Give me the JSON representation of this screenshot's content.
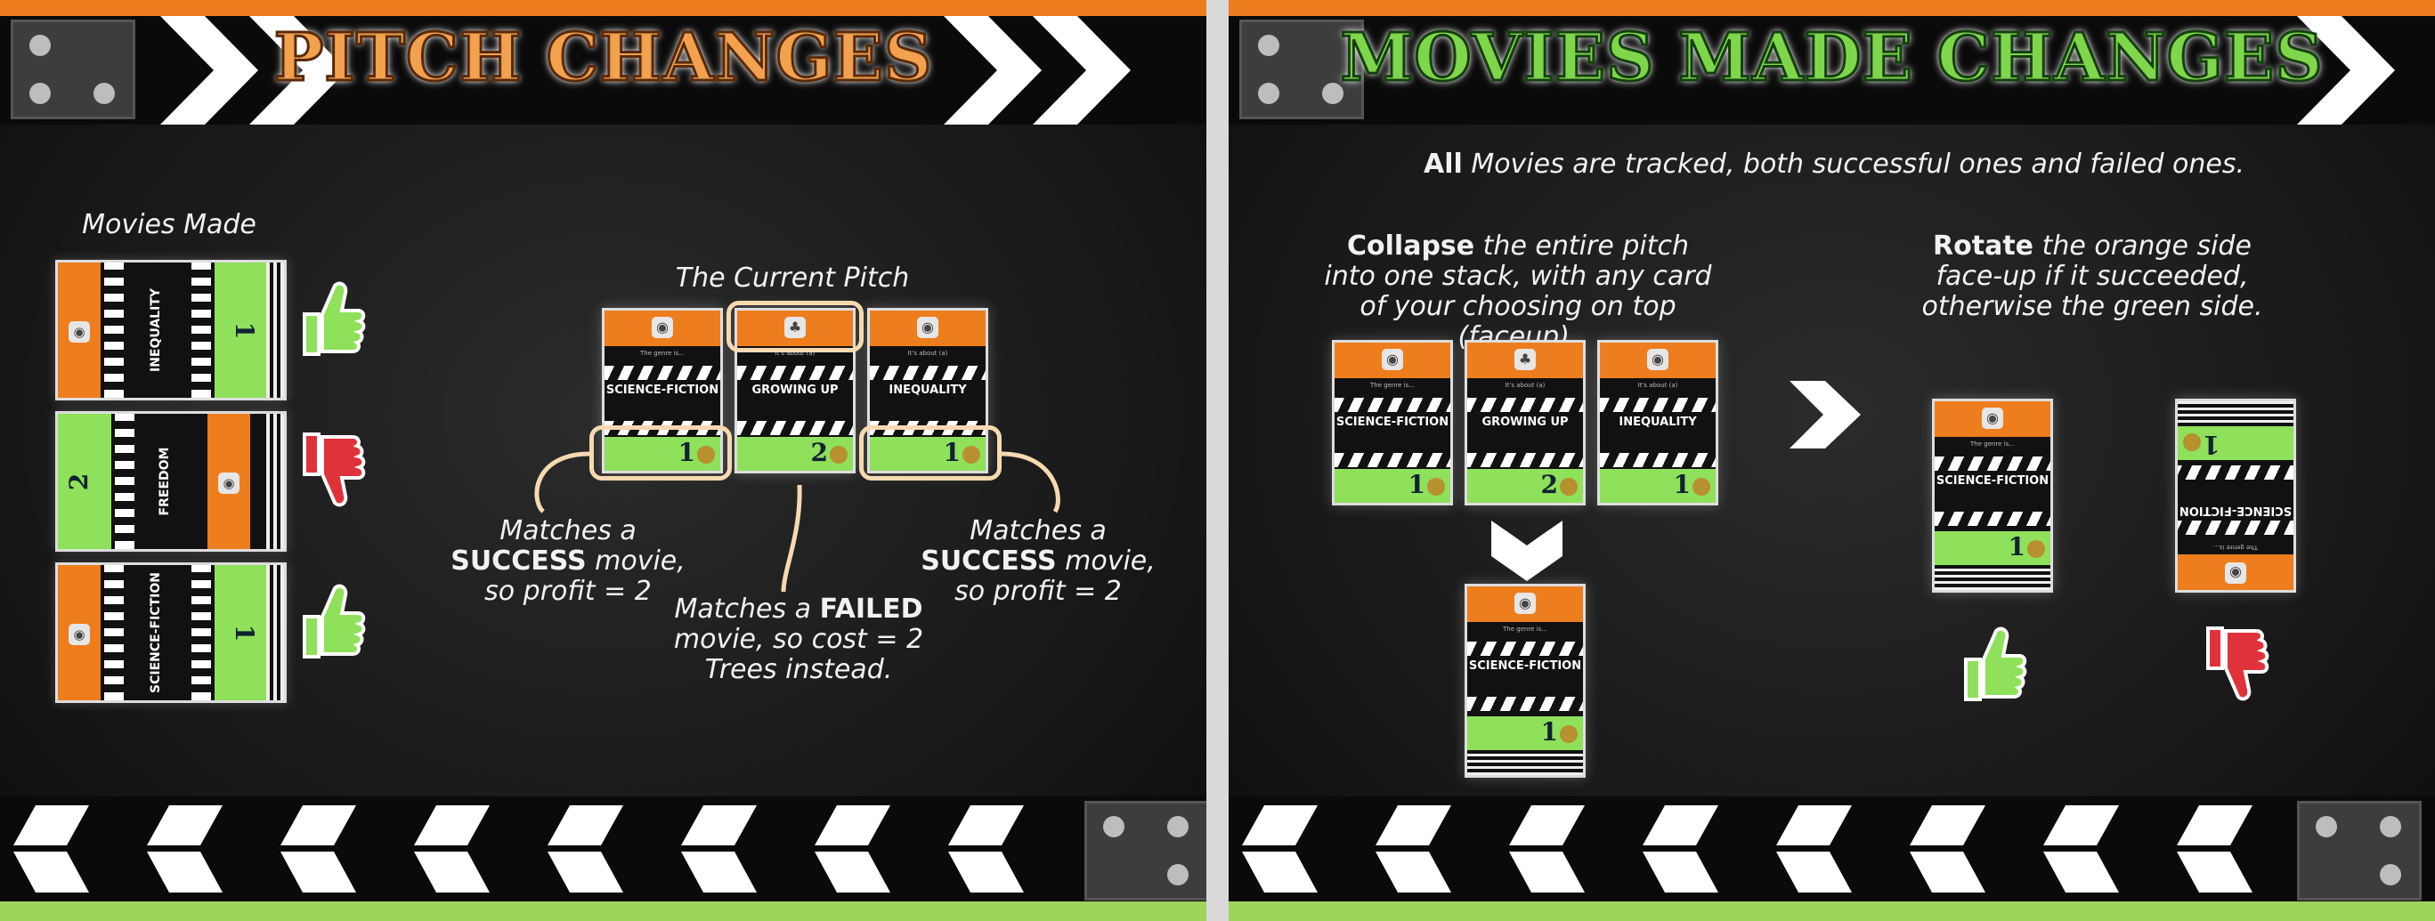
{
  "left_panel": {
    "title": "PITCH CHANGES",
    "movies_made_label": "Movies Made",
    "current_pitch_label": "The Current Pitch",
    "movies_made": [
      {
        "name": "INEQUALITY",
        "number": "1",
        "result": "thumbs-up"
      },
      {
        "name": "FREEDOM",
        "number": "2",
        "result": "thumbs-down"
      },
      {
        "name": "SCIENCE-FICTION",
        "number": "1",
        "result": "thumbs-up"
      }
    ],
    "pitch_cards": [
      {
        "top_text": "The genre is...",
        "name": "SCIENCE-FICTION",
        "number": "1"
      },
      {
        "top_text": "It's about (a)",
        "name": "GROWING UP",
        "number": "2"
      },
      {
        "top_text": "It's about (a)",
        "name": "INEQUALITY",
        "number": "1"
      }
    ],
    "callouts": [
      {
        "pre": "Matches a ",
        "bold": "SUCCESS",
        "post": " movie, so profit = 2"
      },
      {
        "pre": "Matches a ",
        "bold": "FAILED",
        "post": " movie, so cost = 2 Trees instead."
      },
      {
        "pre": "Matches a ",
        "bold": "SUCCESS",
        "post": " movie, so profit = 2"
      }
    ]
  },
  "right_panel": {
    "title": "MOVIES MADE CHANGES",
    "intro_bold": "All",
    "intro_rest": " Movies are tracked, both successful ones and failed ones.",
    "collapse_bold": "Collapse",
    "collapse_rest": " the entire pitch into one stack, with any card of your choosing on top (faceup).",
    "rotate_bold": "Rotate",
    "rotate_rest": " the orange side face-up if it succeeded, otherwise the green side.",
    "pitch_cards": [
      {
        "top_text": "The genre is...",
        "name": "SCIENCE-FICTION",
        "number": "1"
      },
      {
        "top_text": "It's about (a)",
        "name": "GROWING UP",
        "number": "2"
      },
      {
        "top_text": "It's about (a)",
        "name": "INEQUALITY",
        "number": "1"
      }
    ],
    "stack_card": {
      "top_text": "The genre is...",
      "name": "SCIENCE-FICTION",
      "number": "1"
    },
    "success_card": {
      "top_text": "The genre is...",
      "name": "SCIENCE-FICTION",
      "number": "1"
    },
    "failed_card": {
      "top_text": "The genre is...",
      "name": "SCIENCE-FICTION",
      "number": "1"
    }
  },
  "colors": {
    "orange": "#ee7d1e",
    "green": "#8fe05a",
    "background": "#161616"
  },
  "icons": [
    "camera-icon",
    "tree-icon",
    "coin-icon",
    "thumbs-up-icon",
    "thumbs-down-icon",
    "chevron-right-icon"
  ]
}
